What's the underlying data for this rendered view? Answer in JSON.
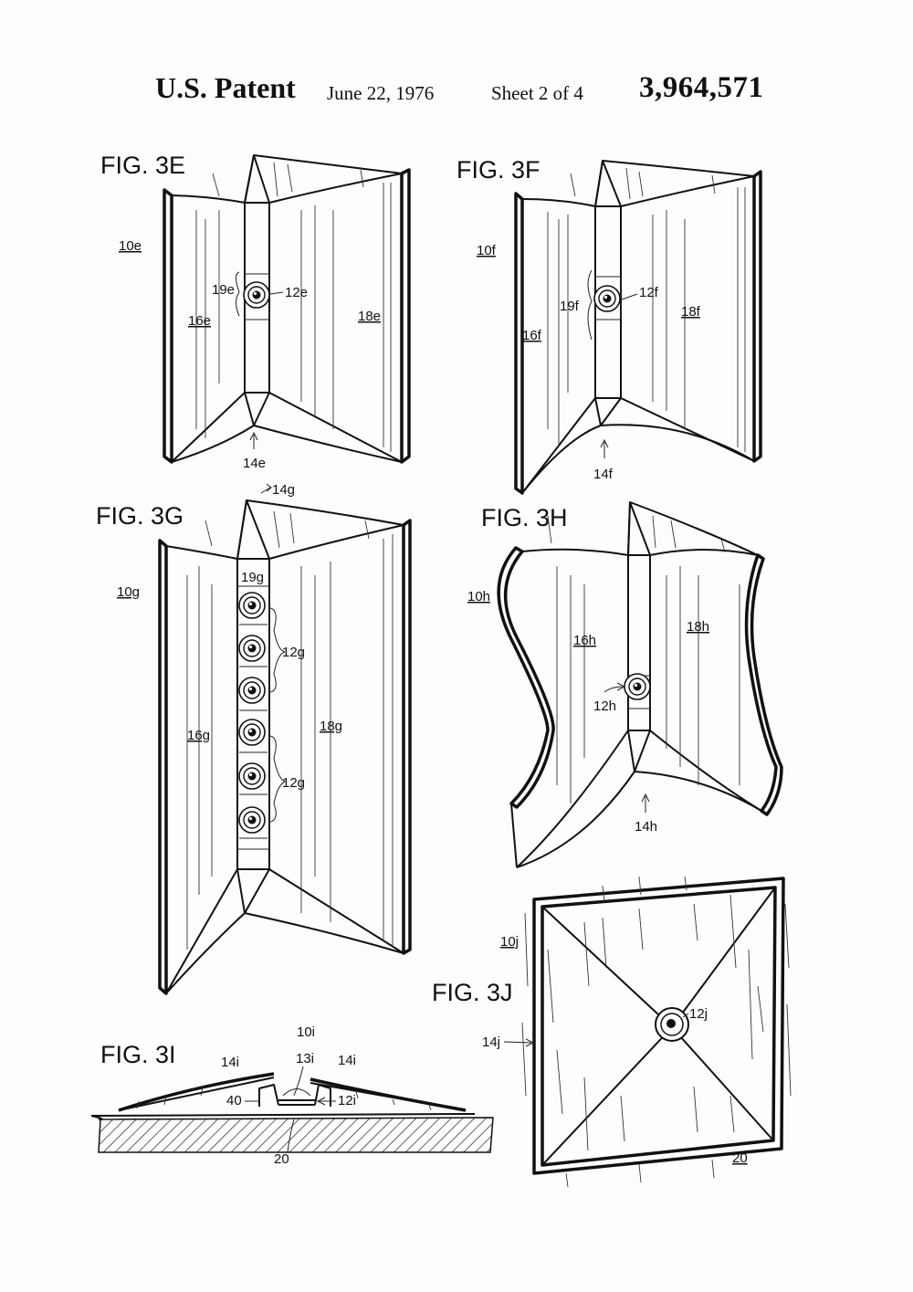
{
  "header": {
    "title": "U.S. Patent",
    "date": "June 22, 1976",
    "sheet": "Sheet 2 of 4",
    "patent_number": "3,964,571"
  },
  "figures": {
    "fig3e": {
      "title": "FIG. 3E",
      "labels": {
        "assembly": "10e",
        "speaker": "12e",
        "seam": "14e",
        "panel_left": "16e",
        "panel_right": "18e",
        "recess": "19e"
      }
    },
    "fig3f": {
      "title": "FIG. 3F",
      "labels": {
        "assembly": "10f",
        "speaker": "12f",
        "seam": "14f",
        "panel_left": "16f",
        "panel_right": "18f",
        "recess": "19f"
      }
    },
    "fig3g": {
      "title": "FIG. 3G",
      "labels": {
        "assembly": "10g",
        "speakers_upper": "12g",
        "speakers_lower": "12g",
        "seam": "14g",
        "panel_left": "16g",
        "panel_right": "18g",
        "recess": "19g"
      }
    },
    "fig3h": {
      "title": "FIG. 3H",
      "labels": {
        "assembly": "10h",
        "speaker": "12h",
        "seam": "14h",
        "panel_left": "16h",
        "panel_right": "18h"
      }
    },
    "fig3i": {
      "title": "FIG. 3I",
      "labels": {
        "assembly": "10i",
        "speaker": "12i",
        "housing": "13i",
        "panel_left": "14i",
        "panel_right": "14i",
        "bracket": "40",
        "floor": "20"
      }
    },
    "fig3j": {
      "title": "FIG. 3J",
      "labels": {
        "assembly": "10j",
        "speaker": "12j",
        "edge": "14j",
        "floor": "20"
      }
    }
  }
}
